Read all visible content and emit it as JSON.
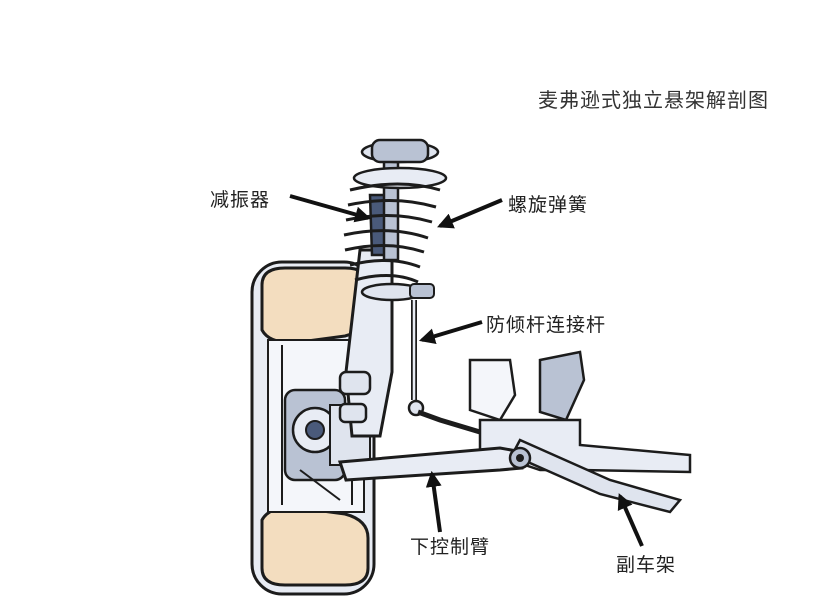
{
  "title": "麦弗逊式独立悬架解剖图",
  "labels": {
    "shock_absorber": "减振器",
    "coil_spring": "螺旋弹簧",
    "stabilizer_link": "防倾杆连接杆",
    "lower_control_arm": "下控制臂",
    "subframe": "副车架"
  },
  "colors": {
    "tire": "#f3ddbf",
    "outline": "#1c1c1c",
    "metal_light": "#e8ecf4",
    "metal_mid": "#b9c2d3",
    "metal_dark": "#4a5a7a",
    "arrow": "#111111"
  }
}
